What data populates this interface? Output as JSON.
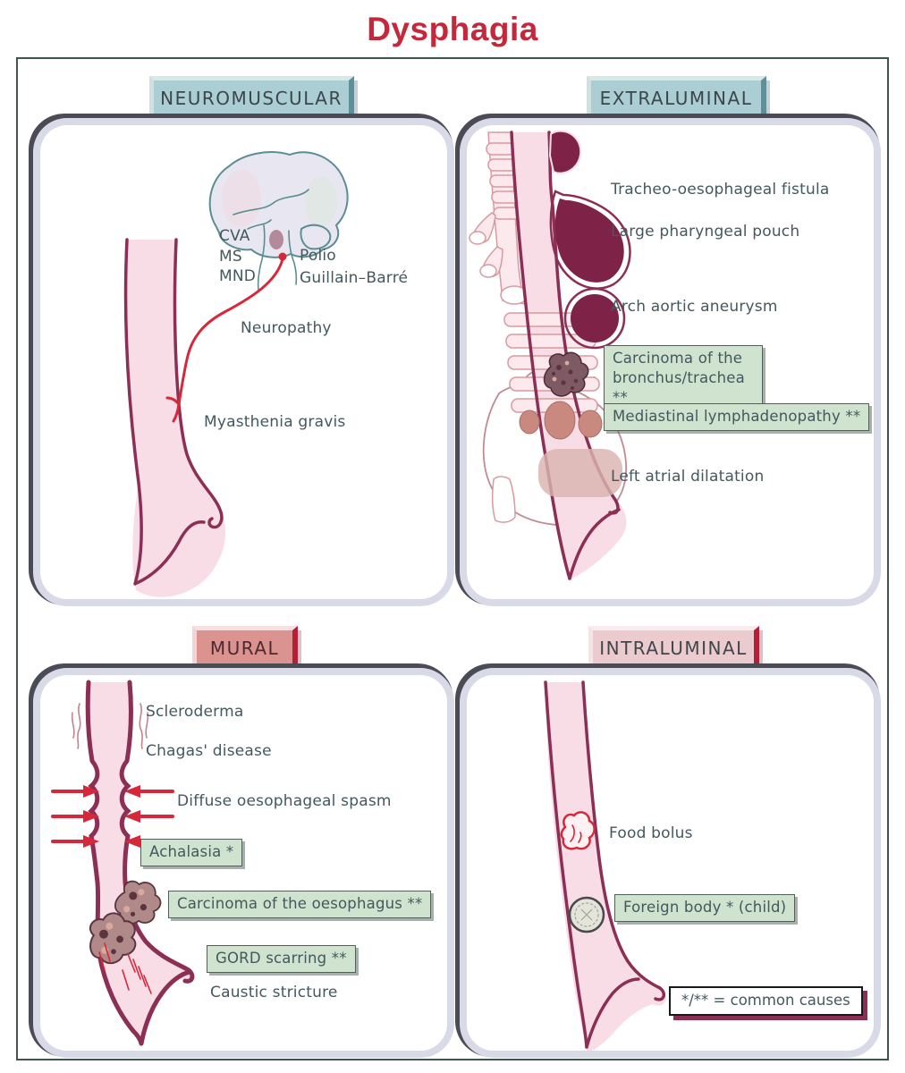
{
  "title": "Dysphagia",
  "legend_text": "*/** = common causes",
  "neuromuscular": {
    "header": "NEUROMUSCULAR",
    "cva": "CVA",
    "ms": "MS",
    "mnd": "MND",
    "polio": "Polio",
    "guillain_barre": "Guillain–Barré",
    "neuropathy": "Neuropathy",
    "myasthenia": "Myasthenia gravis"
  },
  "extraluminal": {
    "header": "EXTRALUMINAL",
    "fistula": "Tracheo-oesophageal fistula",
    "pouch": "Large pharyngeal pouch",
    "aneurysm": "Arch aortic aneurysm",
    "carcinoma_bronchus": "Carcinoma of the bronchus/trachea **",
    "mediastinal": "Mediastinal lymphadenopathy **",
    "left_atrial": "Left atrial dilatation"
  },
  "mural": {
    "header": "MURAL",
    "scleroderma": "Scleroderma",
    "chagas": "Chagas' disease",
    "spasm": "Diffuse oesophageal spasm",
    "achalasia": "Achalasia *",
    "carcinoma_oesophagus": "Carcinoma of the oesophagus **",
    "gord": "GORD scarring **",
    "caustic": "Caustic stricture"
  },
  "intraluminal": {
    "header": "INTRALUMINAL",
    "food_bolus": "Food bolus",
    "foreign_body": "Foreign body * (child)"
  },
  "colors": {
    "title_red": "#c5283a",
    "esophagus_fill": "#f9dde6",
    "esophagus_wall": "#8c2f55",
    "dark_mass": "#7e2248",
    "nerve_red": "#d6283a",
    "green_box_bg": "#cfe3cf",
    "tab_teal": "#abced4",
    "tab_mural": "#db938f",
    "tab_intra": "#eccbcf",
    "label_text": "#44585e"
  }
}
